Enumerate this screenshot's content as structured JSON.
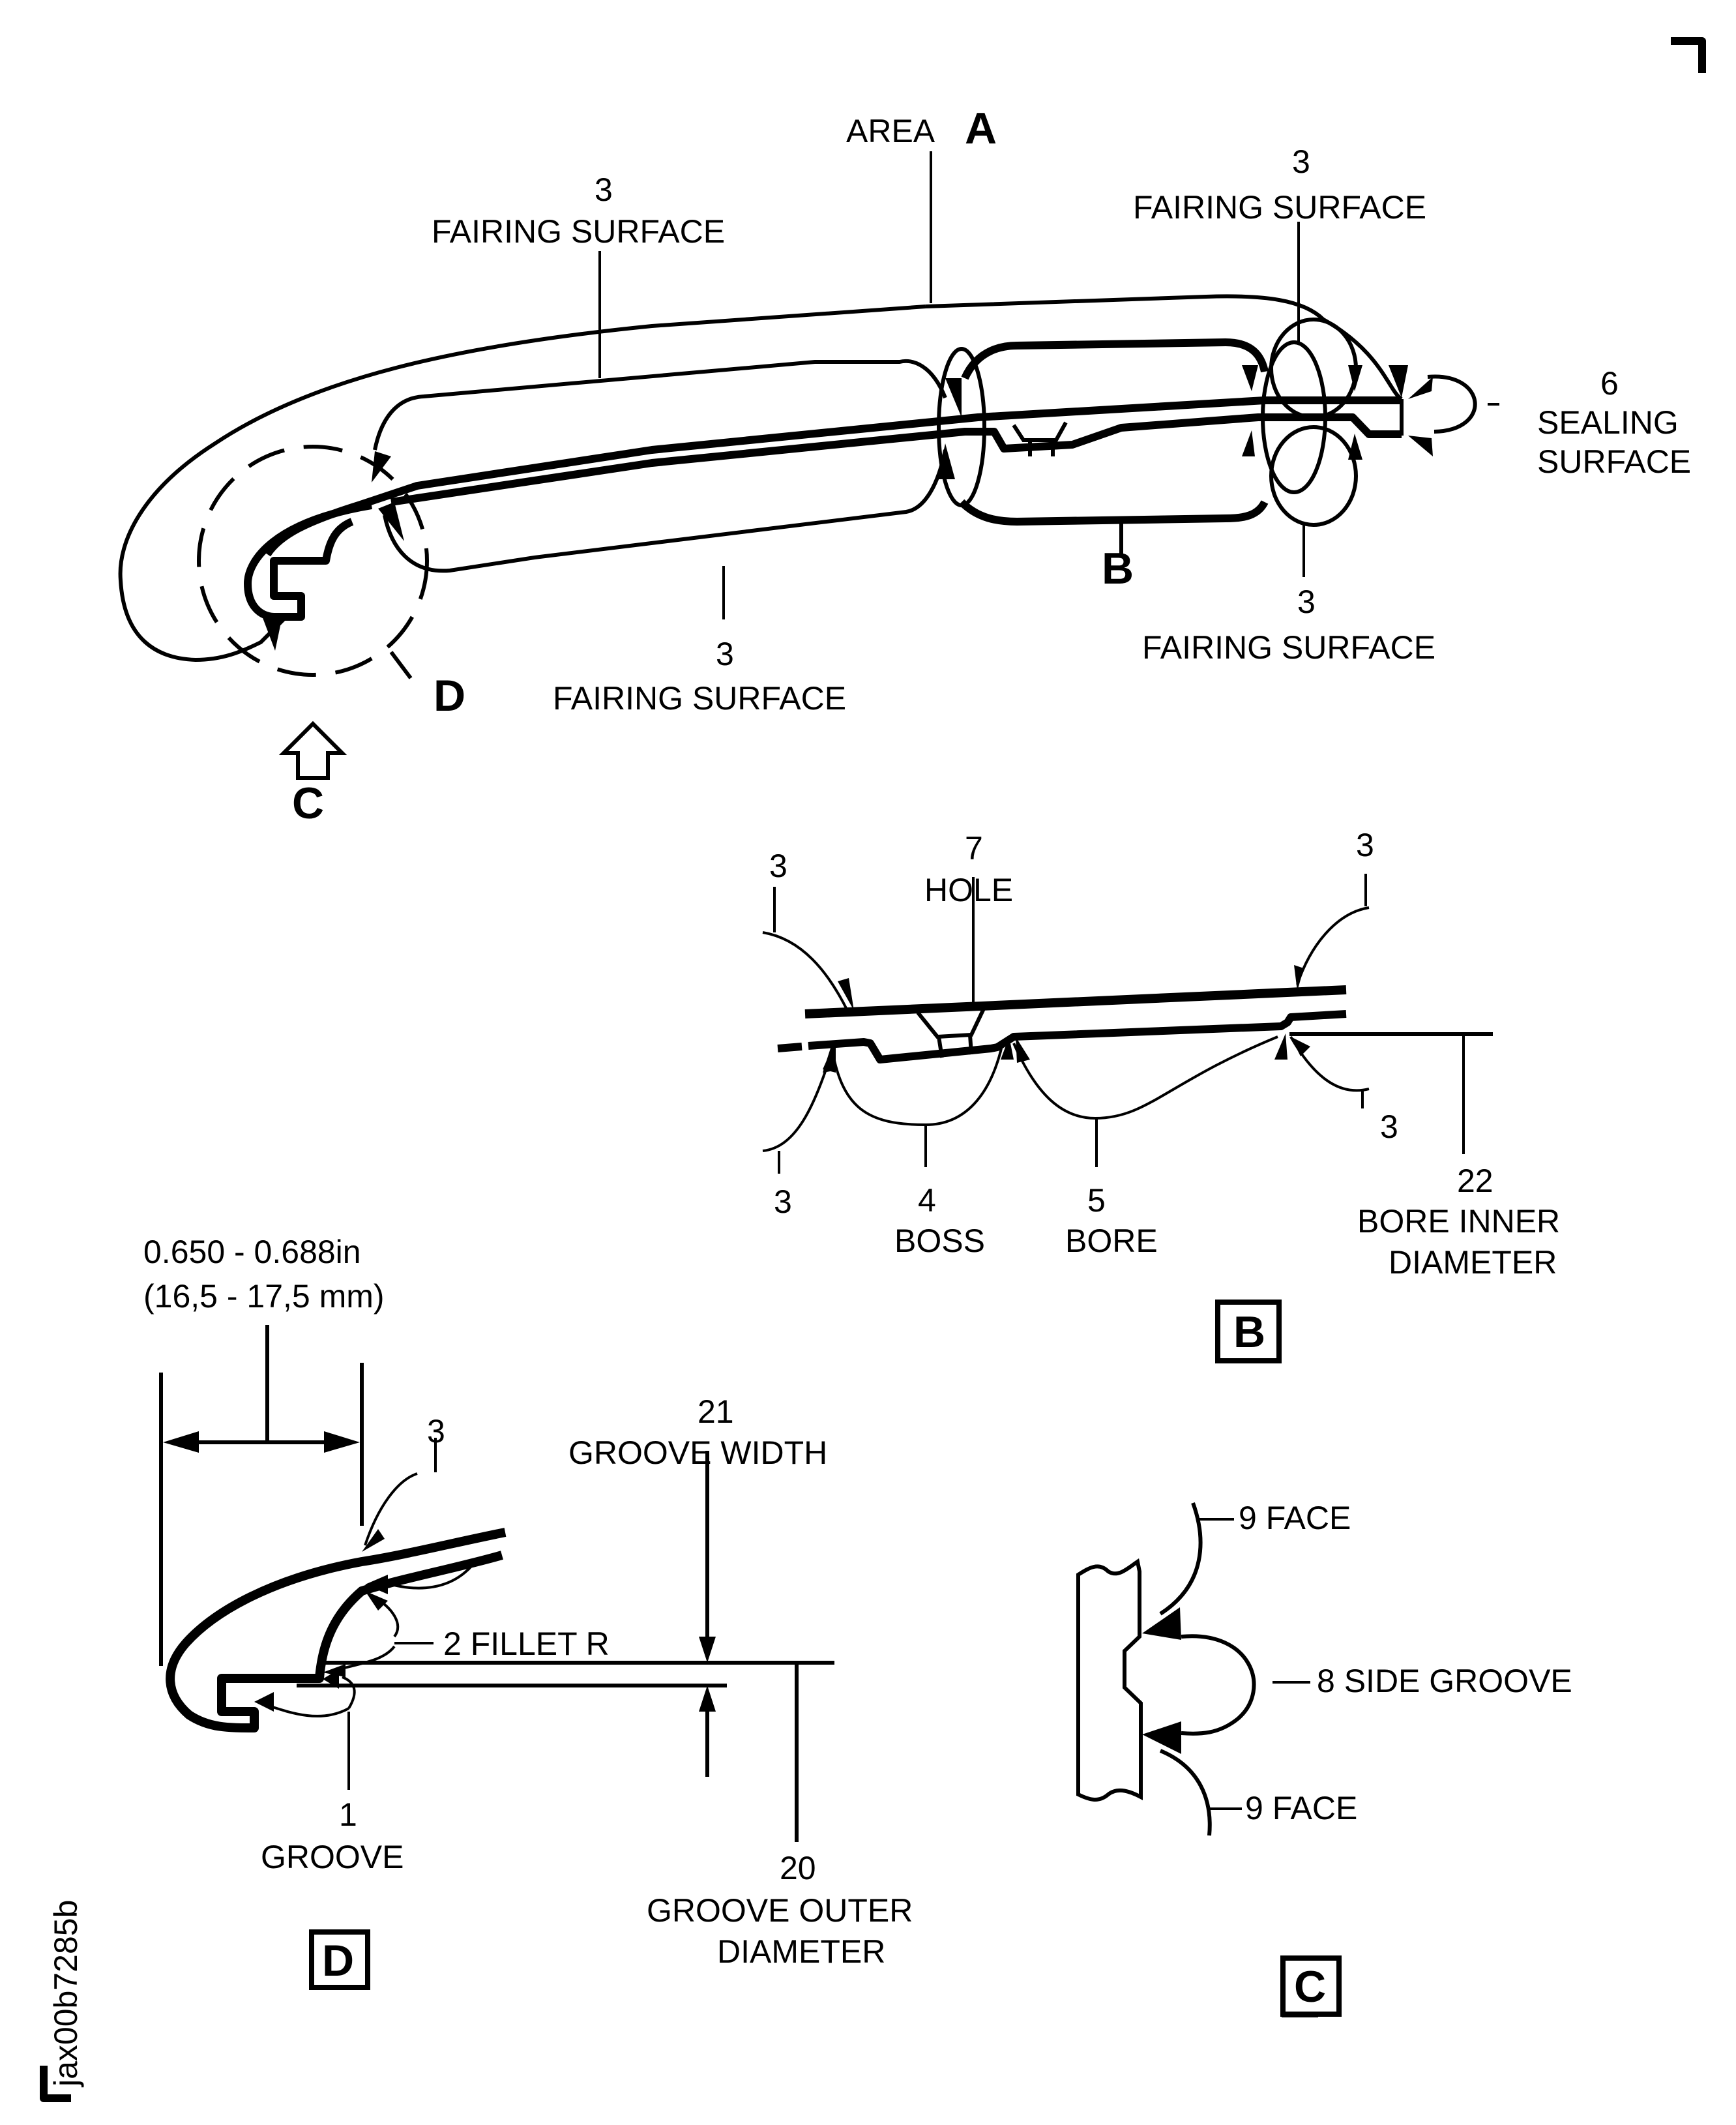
{
  "figure_id": "jax00b7285b",
  "colors": {
    "ink": "#000000",
    "paper": "#ffffff"
  },
  "main_view": {
    "area_label": "AREA",
    "area_letter": "A",
    "callouts": [
      {
        "num": "3",
        "text": "FAIRING  SURFACE"
      },
      {
        "num": "3",
        "text": "FAIRING  SURFACE"
      },
      {
        "num": "3",
        "text": "FAIRING  SURFACE"
      },
      {
        "num": "3",
        "text": "FAIRING  SURFACE"
      },
      {
        "num": "6",
        "line1": "SEALING",
        "line2": "SURFACE"
      }
    ],
    "detail_b": "B",
    "detail_d": "D",
    "view_c": "C"
  },
  "view_b": {
    "tag": "B",
    "hole": {
      "num": "7",
      "text": "HOLE"
    },
    "boss": {
      "num": "4",
      "text": "BOSS"
    },
    "bore": {
      "num": "5",
      "text": "BORE"
    },
    "bore_id": {
      "num": "22",
      "line1": "BORE  INNER",
      "line2": "DIAMETER"
    },
    "fairing_refs": [
      "3",
      "3",
      "3",
      "3"
    ]
  },
  "view_d": {
    "tag": "D",
    "dimension_in": "0.650 - 0.688in",
    "dimension_mm": "(16,5 - 17,5 mm)",
    "fairing_ref": "3",
    "fillet": "2  FILLET  R",
    "groove": {
      "num": "1",
      "text": "GROOVE"
    },
    "groove_width": {
      "num": "21",
      "text": "GROOVE  WIDTH"
    },
    "groove_od": {
      "num": "20",
      "line1": "GROOVE  OUTER",
      "line2": "DIAMETER"
    }
  },
  "view_c": {
    "tag": "C",
    "face_top": "9  FACE",
    "side_groove": "8  SIDE  GROOVE",
    "face_bottom": "9  FACE"
  }
}
